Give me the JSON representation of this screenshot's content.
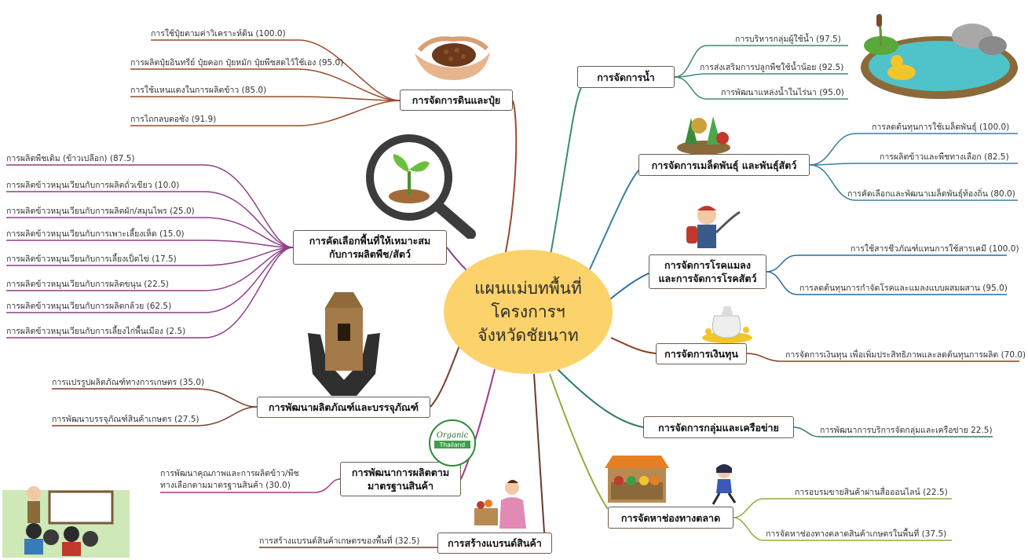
{
  "center": {
    "lines": [
      "แผนแม่บทพื้นที่",
      "โครงการฯ",
      "จังหวัดชัยนาท"
    ]
  },
  "branches": {
    "soil": {
      "title": "การจัดการดินและปุ๋ย",
      "items": [
        "การใช้ปุ๋ยตามค่าวิเคราะห์ดิน (100.0)",
        "การผลิตปุ๋ยอินทรีย์ ปุ๋ยคอก ปุ๋ยหมัก ปุ๋ยพืชสดไว้ใช้เอง (95.0)",
        "การใช้แหนแดงในการผลิตข้าว (85.0)",
        "การไถกลบตอซัง (91.9)"
      ]
    },
    "area": {
      "title_lines": [
        "การคัดเลือกพื้นที่ให้เหมาะสม",
        "กับการผลิตพืช/สัตว์"
      ],
      "items": [
        "การผลิตพืชเดิม (ข้าวเปลือก) (87.5)",
        "การผลิตข้าวหมุนเวียนกับการผลิตถั่วเขียว (10.0)",
        "การผลิตข้าวหมุนเวียนกับการผลิตผัก/สมุนไพร (25.0)",
        "การผลิตข้าวหมุนเวียนกับการเพาะเลี้ยงเห็ด (15.0)",
        "การผลิตข้าวหมุนเวียนกับการเลี้ยงเป็ดไข่ (17.5)",
        "การผลิตข้าวหมุนเวียนกับการผลิตขนุน (22.5)",
        "การผลิตข้าวหมุนเวียนกับการผลิตกล้วย (62.5)",
        "การผลิตข้าวหมุนเวียนกับการเลี้ยงไก่พื้นเมือง (2.5)"
      ]
    },
    "product": {
      "title": "การพัฒนาผลิตภัณฑ์และบรรจุภัณฑ์",
      "items": [
        "การแปรรูปผลิตภัณฑ์ทางการเกษตร (35.0)",
        "การพัฒนาบรรจุภัณฑ์สินค้าเกษตร (27.5)"
      ]
    },
    "standard": {
      "title_lines": [
        "การพัฒนาการผลิตตาม",
        "มาตรฐานสินค้า"
      ],
      "item_lines": [
        "การพัฒนาคุณภาพและการผลิตข้าว/พืช",
        "ทางเลือกตามมาตรฐานสินค้า (30.0)"
      ]
    },
    "brand": {
      "title": "การสร้างแบรนด์สินค้า",
      "items": [
        "การสร้างแบรนด์สินค้าเกษตรของพื้นที่ (32.5)"
      ]
    },
    "water": {
      "title": "การจัดการน้ำ",
      "items": [
        "การบริหารกลุ่มผู้ใช้น้ำ (97.5)",
        "การส่งเสริมการปลูกพืชใช้น้ำน้อย (92.5)",
        "การพัฒนาแหล่งน้ำในไร่นา (95.0)"
      ]
    },
    "seed": {
      "title": "การจัดการเมล็ดพันธุ์ และพันธุ์สัตว์",
      "items": [
        "การลดต้นทุนการใช้เมล็ดพันธุ์ (100.0)",
        "การผลิตข้าวและพืชทางเลือก (82.5)",
        "การคัดเลือกและพัฒนาเมล็ดพันธุ์ท้องถิ่น (80.0)"
      ]
    },
    "disease": {
      "title_lines": [
        "การจัดการโรคแมลง",
        "และการจัดการโรคสัตว์"
      ],
      "items": [
        "การใช้สารชีวภัณฑ์แทนการใช้สารเคมี (100.0)",
        "การลดต้นทุนการกำจัดโรคและแมลงแบบผสมผสาน (95.0)"
      ]
    },
    "finance": {
      "title": "การจัดการเงินทุน",
      "items": [
        "การจัดการเงินทุน เพื่อเพิ่มประสิทธิภาพและลดต้นทุนการผลิต (70.0)"
      ]
    },
    "group": {
      "title": "การจัดการกลุ่มและเครือข่าย",
      "items": [
        "การพัฒนาการบริการจัดกลุ่มและเครือข่าย 22.5)"
      ]
    },
    "market": {
      "title": "การจัดหาช่องทางตลาด",
      "items": [
        "การอบรมขายสินค้าผ่านสื่อออนไลน์ (22.5)",
        "การจัดหาช่องทางตลาดสินค้าเกษตรในพื้นที่ (37.5)"
      ]
    }
  },
  "logo": {
    "line1": "Organic",
    "line2": "Thailand"
  },
  "colors": {
    "soil": "#9b4a2c",
    "area": "#8f3f8a",
    "product": "#7b3b2b",
    "standard": "#a03a8a",
    "brand": "#6b3b2b",
    "water": "#3a8a78",
    "seed": "#3b7fa0",
    "disease": "#2b6aa0",
    "finance": "#8a3b1b",
    "group": "#2f7a68",
    "market": "#8fae3a",
    "center": "#fcd26a"
  },
  "icons": [
    "hands-soil-icon",
    "seedling-magnifier-icon",
    "package-hands-icon",
    "organic-logo-icon",
    "farmers-meeting-icon",
    "person-basket-icon",
    "pond-duck-icon",
    "vegetables-icon",
    "sprayer-man-icon",
    "money-bags-icon",
    "market-stall-icon",
    "running-girl-icon"
  ]
}
